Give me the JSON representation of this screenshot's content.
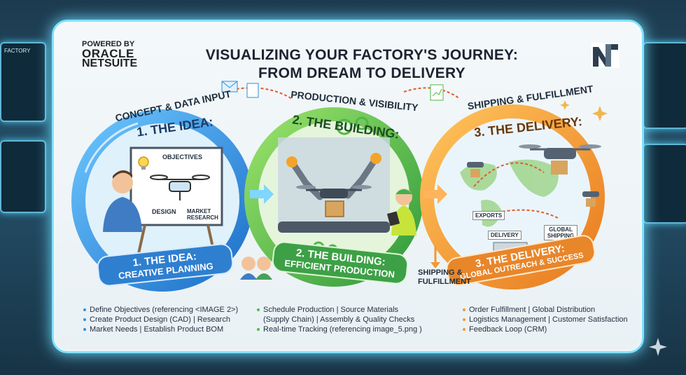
{
  "header": {
    "powered_by": "POWERED BY",
    "brand_oracle": "ORACLE",
    "brand_netsuite": "NETSUITE",
    "title_line1": "VISUALIZING YOUR FACTORY'S JOURNEY:",
    "title_line2": "FROM DREAM TO DELIVERY"
  },
  "background": {
    "left_screen_label": "FACTORY"
  },
  "stages": [
    {
      "top_label": "CONCEPT & DATA INPUT",
      "heading": "1. THE IDEA:",
      "banner": "1. THE IDEA:",
      "banner_sub": "CREATIVE PLANNING",
      "board_labels": [
        "OBJECTIVES",
        "DESIGN",
        "MARKET RESEARCH"
      ],
      "bullets": [
        "Define Objectives (referencing <IMAGE 2>)",
        "Create Product Design (CAD) | Research",
        "Market Needs | Establish Product BOM"
      ],
      "color": "#2f8fdc"
    },
    {
      "top_label": "PRODUCTION & VISIBILITY",
      "heading": "2. THE BUILDING:",
      "banner": "2. THE BUILDING:",
      "banner_sub": "EFFICIENT PRODUCTION",
      "bullets": [
        "Schedule Production | Source Materials",
        "(Supply Chain) | Assembly & Quality Checks",
        "Real-time Tracking (referencing image_5.png )"
      ],
      "color": "#4fb848"
    },
    {
      "top_label": "SHIPPING & FULFILLMENT",
      "heading": "3. THE DELIVERY:",
      "banner": "3. THE DELIVERY:",
      "banner_sub": "GLOBAL OUTREACH & SUCCESS",
      "map_labels": [
        "EXPORTS",
        "DELIVERY",
        "GLOBAL SHIPPING"
      ],
      "bullets": [
        "Order Fulfillment | Global Distribution",
        "Logistics Management | Customer Satisfaction",
        "Feedback Loop (CRM)"
      ],
      "color": "#f2992e"
    }
  ],
  "side_note": "SHIPPING & FULFILLMENT"
}
